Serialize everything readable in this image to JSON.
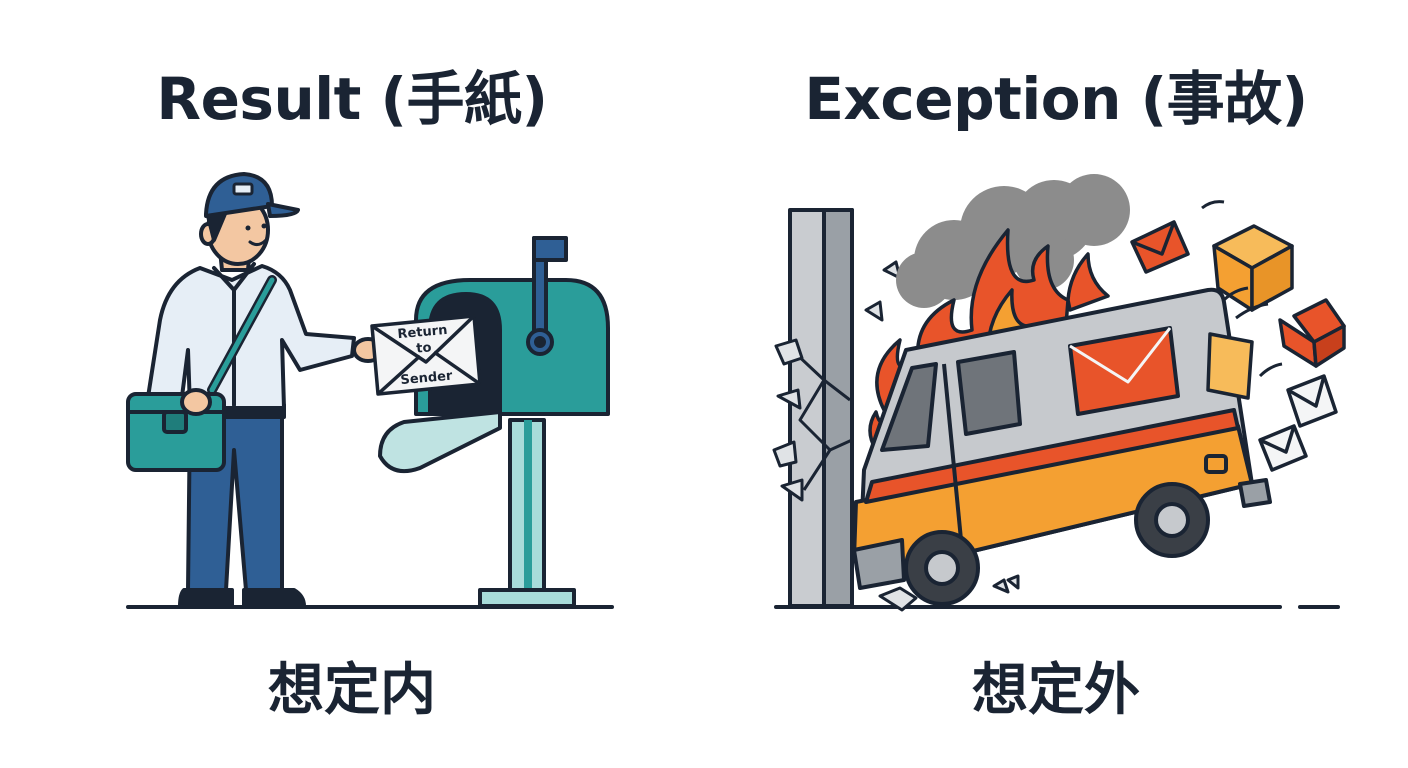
{
  "left": {
    "title": "Result (手紙)",
    "caption": "想定内",
    "envelope_text": [
      "Return",
      "to",
      "Sender"
    ]
  },
  "right": {
    "title": "Exception (事故)",
    "caption": "想定外"
  },
  "colors": {
    "ink": "#1a2433",
    "teal": "#2a9d9a",
    "uniform_blue": "#2f5f95",
    "fire_orange": "#f4a032",
    "fire_red": "#e8542a",
    "smoke_gray": "#8c8c8c"
  }
}
